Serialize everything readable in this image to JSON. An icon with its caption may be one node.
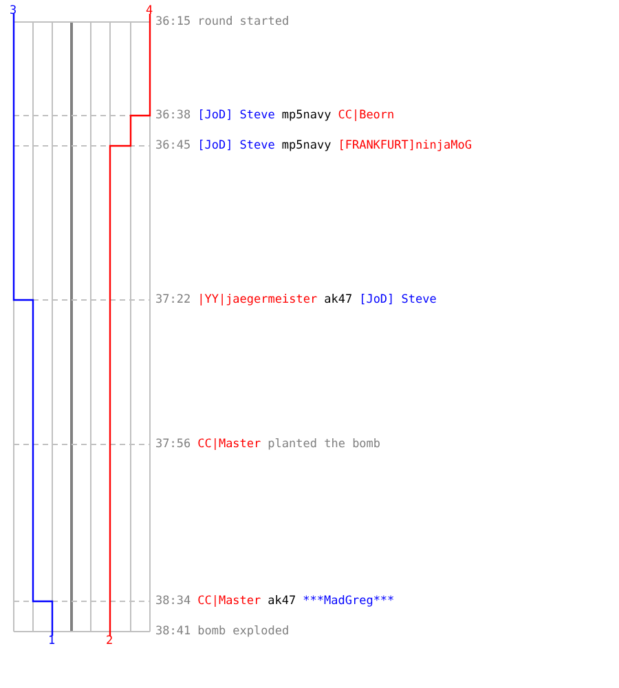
{
  "diagram": {
    "labels": [
      "3",
      "4",
      "36:15",
      "round started",
      "36:38",
      "[JoD] Steve",
      "mp5navy",
      "CC|Beorn",
      "36:45",
      "[JoD] Steve",
      "mp5navy",
      "[FRANKFURT]ninjaMoG",
      "37:22",
      "|YY|jaegermeister",
      "ak47",
      "[JoD] Steve",
      "37:56",
      "CC|Master",
      "planted the bomb",
      "38:34",
      "CC|Master",
      "ak47",
      "***MadGreg***",
      "38:41",
      "bomb exploded",
      "1",
      "2"
    ]
  }
}
